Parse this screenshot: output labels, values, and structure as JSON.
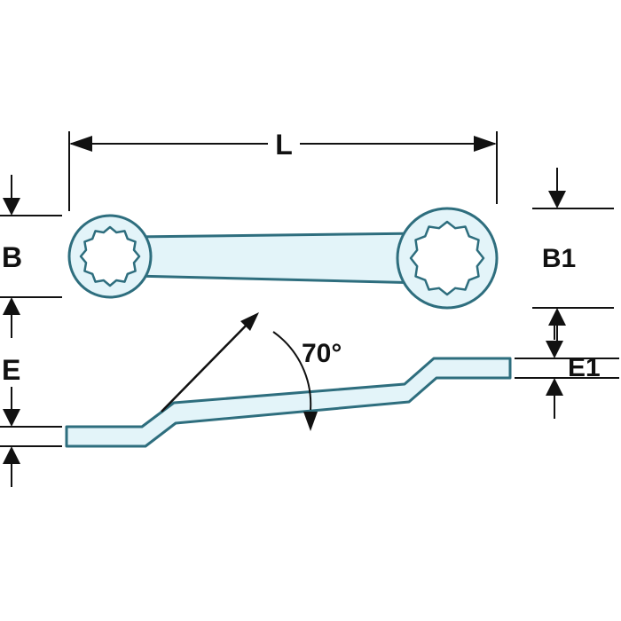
{
  "diagram": {
    "title": "double-offset-ring-wrench-dimension-drawing",
    "labels": {
      "length": "L",
      "width_left": "B",
      "width_right": "B1",
      "thickness_left": "E",
      "thickness_right": "E1",
      "angle": "70°"
    },
    "colors": {
      "wrench_fill": "#e3f4f9",
      "wrench_outline": "#2e6e7e",
      "dimension": "#111111",
      "background": "#ffffff"
    }
  }
}
